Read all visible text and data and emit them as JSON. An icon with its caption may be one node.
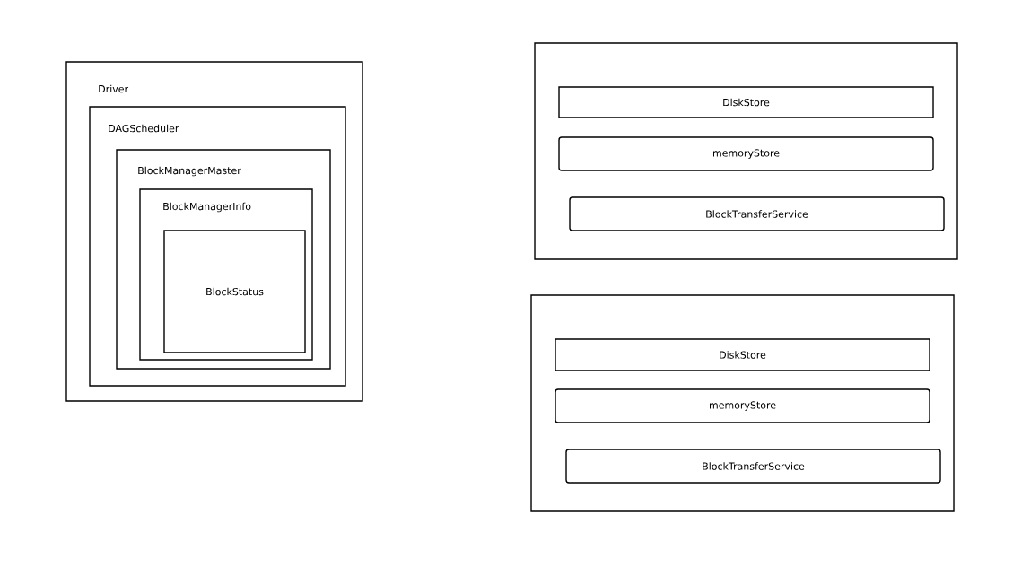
{
  "diagram": {
    "nodes": [
      {
        "text": [
          "Driver"
        ]
      },
      {
        "text": [
          "DAGScheduler"
        ],
        "in": 0
      },
      {
        "text": [
          "BlockManagerMaster"
        ],
        "in": 1
      },
      {
        "text": [
          "BlockManagerInfo"
        ],
        "in": 2
      },
      {
        "text": [
          "BlockStatus"
        ],
        "in": 3
      },
      {
        "text": [],
        "shape": "box"
      },
      {
        "text": [
          "DiskStore"
        ],
        "in": 5
      },
      {
        "text": [
          "memoryStore"
        ],
        "in": 5
      },
      {
        "text": [
          "BlockTransferService"
        ],
        "in": 5
      },
      {
        "text": [],
        "shape": "box"
      },
      {
        "text": [
          "DiskStore"
        ],
        "in": 9
      },
      {
        "text": [
          "memoryStore"
        ],
        "in": 9
      },
      {
        "text": [
          "BlockTransferService"
        ],
        "in": 9
      }
    ],
    "edges": []
  }
}
